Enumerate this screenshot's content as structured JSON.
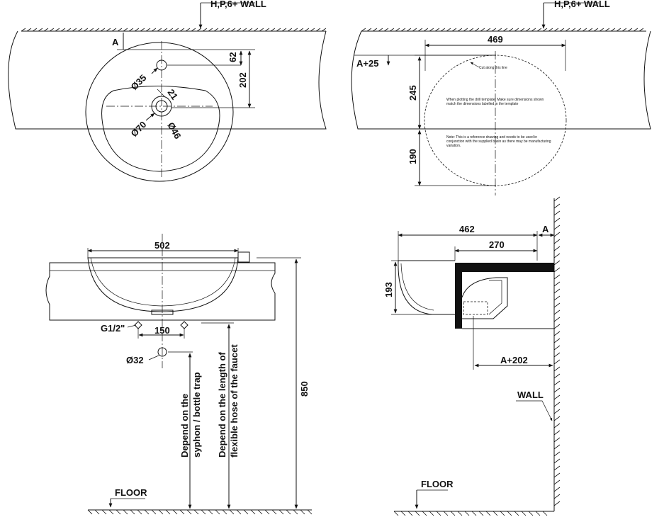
{
  "top_left": {
    "wall": "H,P,6+ WALL",
    "ref_a": "A",
    "dim_62": "62",
    "dim_202": "202",
    "d35": "Ø35",
    "d21": "21",
    "d70": "Ø70",
    "d46": "Ø46"
  },
  "top_right": {
    "wall": "H,P,6+ WALL",
    "dim_469": "469",
    "dim_a25": "A+25",
    "dim_245": "245",
    "dim_190": "190",
    "note_cut": "Cut along this line",
    "note_drill": "When plotting the drill template: Make sure dimensions shown match the dimensions labelled in the template",
    "note_ref": "Note: This is a reference drawing and needs to be used in conjunction with the supplied basin as there may be manufacturing variation."
  },
  "bottom_left": {
    "dim_502": "502",
    "g12": "G1/2\"",
    "dim_150": "150",
    "d32": "Ø32",
    "dim_850": "850",
    "syphon_1": "Depend on the",
    "syphon_2": "syphon / bottle trap",
    "hose_1": "Depend on the length of",
    "hose_2": "flexible hose of the faucet",
    "floor": "FLOOR"
  },
  "bottom_right": {
    "dim_462": "462",
    "dim_270": "270",
    "ref_a": "A",
    "dim_193": "193",
    "dim_a202": "A+202",
    "wall": "WALL",
    "floor": "FLOOR"
  }
}
